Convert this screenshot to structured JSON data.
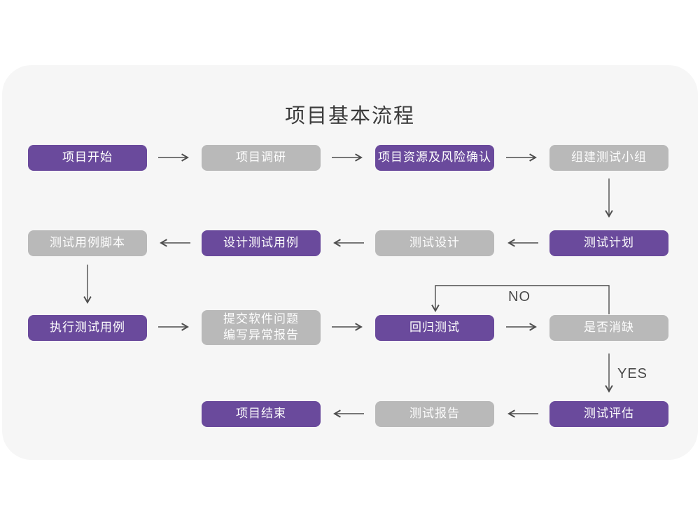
{
  "title": "项目基本流程",
  "colors": {
    "primary": "#6a4a9c",
    "secondary": "#b9b9b9",
    "arrow": "#4d4d4d",
    "card_background": "#f6f6f6",
    "page_background": "#ffffff",
    "node_text": "#fdfdfd",
    "title_text": "#3b3b3b"
  },
  "flowchart": {
    "nodes": [
      {
        "id": "project-start",
        "label": "项目开始",
        "variant": "primary"
      },
      {
        "id": "project-research",
        "label": "项目调研",
        "variant": "secondary"
      },
      {
        "id": "resource-risk-confirm",
        "label": "项目资源及风险确认",
        "variant": "primary"
      },
      {
        "id": "form-test-team",
        "label": "组建测试小组",
        "variant": "secondary"
      },
      {
        "id": "test-plan",
        "label": "测试计划",
        "variant": "primary"
      },
      {
        "id": "test-design",
        "label": "测试设计",
        "variant": "secondary"
      },
      {
        "id": "design-test-cases",
        "label": "设计测试用例",
        "variant": "primary"
      },
      {
        "id": "test-case-scripts",
        "label": "测试用例脚本",
        "variant": "secondary"
      },
      {
        "id": "execute-test-cases",
        "label": "执行测试用例",
        "variant": "primary"
      },
      {
        "id": "submit-issues-report",
        "label": "提交软件问题\n编写异常报告",
        "variant": "secondary"
      },
      {
        "id": "regression-test",
        "label": "回归测试",
        "variant": "primary"
      },
      {
        "id": "defect-cleared",
        "label": "是否消缺",
        "variant": "secondary"
      },
      {
        "id": "test-evaluation",
        "label": "测试评估",
        "variant": "primary"
      },
      {
        "id": "test-report",
        "label": "测试报告",
        "variant": "secondary"
      },
      {
        "id": "project-end",
        "label": "项目结束",
        "variant": "primary"
      }
    ],
    "decision_labels": {
      "no": "NO",
      "yes": "YES"
    },
    "edges": [
      {
        "from": "project-start",
        "to": "project-research"
      },
      {
        "from": "project-research",
        "to": "resource-risk-confirm"
      },
      {
        "from": "resource-risk-confirm",
        "to": "form-test-team"
      },
      {
        "from": "form-test-team",
        "to": "test-plan"
      },
      {
        "from": "test-plan",
        "to": "test-design"
      },
      {
        "from": "test-design",
        "to": "design-test-cases"
      },
      {
        "from": "design-test-cases",
        "to": "test-case-scripts"
      },
      {
        "from": "test-case-scripts",
        "to": "execute-test-cases"
      },
      {
        "from": "execute-test-cases",
        "to": "submit-issues-report"
      },
      {
        "from": "submit-issues-report",
        "to": "regression-test"
      },
      {
        "from": "regression-test",
        "to": "defect-cleared"
      },
      {
        "from": "defect-cleared",
        "to": "regression-test",
        "label": "NO"
      },
      {
        "from": "defect-cleared",
        "to": "test-evaluation",
        "label": "YES"
      },
      {
        "from": "test-evaluation",
        "to": "test-report"
      },
      {
        "from": "test-report",
        "to": "project-end"
      }
    ]
  }
}
